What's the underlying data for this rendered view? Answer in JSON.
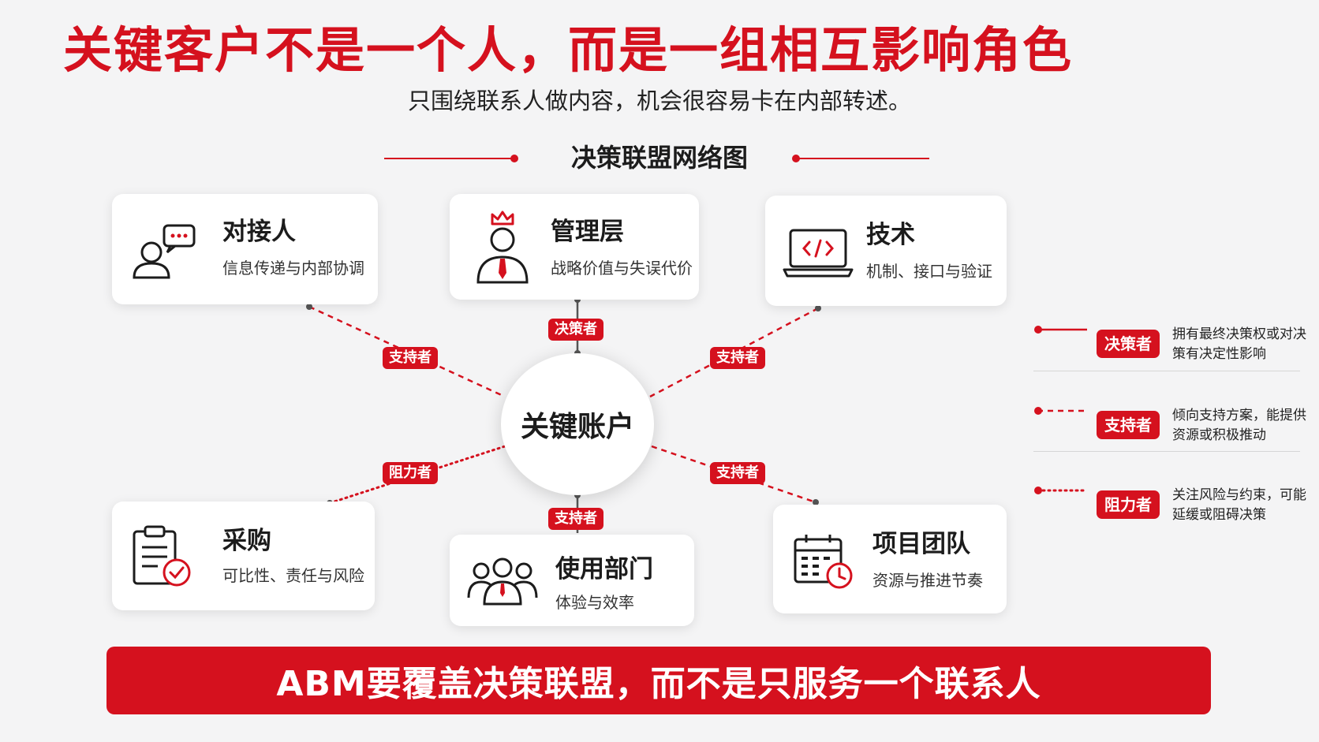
{
  "title": "关键客户不是一个人，而是一组相互影响角色",
  "subtitle": "只围绕联系人做内容，机会很容易卡在内部转述。",
  "section_title": "决策联盟网络图",
  "hub": "关键账户",
  "colors": {
    "accent": "#d5111e",
    "background": "#f4f4f5",
    "card": "#ffffff"
  },
  "roles": [
    {
      "title": "对接人",
      "desc": "信息传递与内部协调",
      "icon": "chat-person-icon",
      "relation": "支持者"
    },
    {
      "title": "管理层",
      "desc": "战略价值与失误代价",
      "icon": "crowned-executive-icon",
      "relation": "决策者"
    },
    {
      "title": "技术",
      "desc": "机制、接口与验证",
      "icon": "code-laptop-icon",
      "relation": "支持者"
    },
    {
      "title": "采购",
      "desc": "可比性、责任与风险",
      "icon": "clipboard-check-icon",
      "relation": "阻力者"
    },
    {
      "title": "使用部门",
      "desc": "体验与效率",
      "icon": "team-group-icon",
      "relation": "支持者"
    },
    {
      "title": "项目团队",
      "desc": "资源与推进节奏",
      "icon": "calendar-clock-icon",
      "relation": "支持者"
    }
  ],
  "legend": [
    {
      "label": "决策者",
      "line": "solid",
      "desc": "拥有最终决策权或对决策有决定性影响"
    },
    {
      "label": "支持者",
      "line": "dashed",
      "desc": "倾向支持方案，能提供资源或积极推动"
    },
    {
      "label": "阻力者",
      "line": "dotted",
      "desc": "关注风险与约束，可能延缓或阻碍决策"
    }
  ],
  "banner": "ABM要覆盖决策联盟，而不是只服务一个联系人"
}
